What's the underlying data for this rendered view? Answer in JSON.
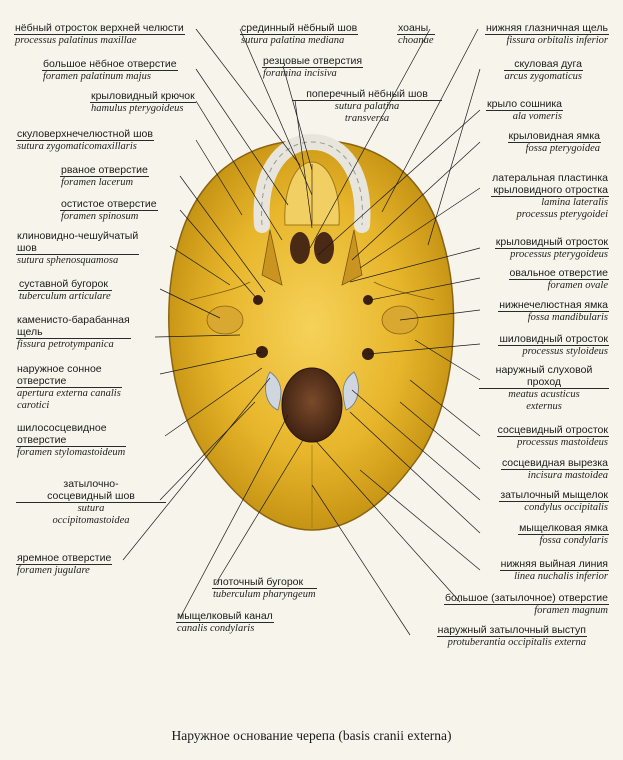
{
  "caption": "Наружное основание черепа (basis cranii externa)",
  "labels": {
    "palatine_process": {
      "ru": "нёбный отросток верхней челюсти",
      "la": "processus palatinus maxillae"
    },
    "greater_palatine_foramen": {
      "ru": "большое нёбное отверстие",
      "la": "foramen palatinum majus"
    },
    "pterygoid_hamulus": {
      "ru": "крыловидный крючок",
      "la": "hamulus pterygoideus"
    },
    "zygomaticomaxillary_suture": {
      "ru": "скуловерхнечелюстной шов",
      "la": "sutura zygomaticomaxillaris"
    },
    "foramen_lacerum": {
      "ru": "рваное отверстие",
      "la": "foramen lacerum"
    },
    "foramen_spinosum": {
      "ru": "остистое отверстие",
      "la": "foramen spinosum"
    },
    "sphenosquamous_suture": {
      "ru1": "клиновидно-чешуйчатый",
      "ru2": "шов",
      "la": "sutura sphenosquamosa"
    },
    "articular_tubercle": {
      "ru": "суставной бугорок",
      "la": "tuberculum articulare"
    },
    "petrotympanic_fissure": {
      "ru1": "каменисто-барабанная",
      "ru2": "щель",
      "la": "fissura petrotympanica"
    },
    "carotid_canal": {
      "ru1": "наружное сонное",
      "ru2": "отверстие",
      "la1": "apertura externa canalis",
      "la2": "carotici"
    },
    "stylomastoid_foramen": {
      "ru1": "шилососцевидное",
      "ru2": "отверстие",
      "la": "foramen stylomastoideum"
    },
    "occipitomastoid_suture": {
      "ru1": "затылочно-",
      "ru2": "сосцевидный шов",
      "la1": "sutura",
      "la2": "occipitomastoidea"
    },
    "jugular_foramen": {
      "ru": "яремное отверстие",
      "la": "foramen jugulare"
    },
    "median_palatine_suture": {
      "ru": "срединный нёбный шов",
      "la": "sutura palatina mediana"
    },
    "incisive_foramina": {
      "ru": "резцовые отверстия",
      "la": "foramina incisiva"
    },
    "transverse_palatine_suture": {
      "ru": "поперечный нёбный шов",
      "la1": "sutura palatina",
      "la2": "transversa"
    },
    "choanae": {
      "ru": "хоаны",
      "la": "choanae"
    },
    "inferior_orbital_fissure": {
      "ru": "нижняя глазничная щель",
      "la": "fissura orbitalis inferior"
    },
    "zygomatic_arch": {
      "ru": "скуловая дуга",
      "la": "arcus zygomaticus"
    },
    "vomer_ala": {
      "ru": "крыло сошника",
      "la": "ala vomeris"
    },
    "pterygoid_fossa": {
      "ru": "крыловидная ямка",
      "la": "fossa pterygoidea"
    },
    "lateral_plate": {
      "ru1": "латеральная пластинка",
      "ru2": "крыловидного отростка",
      "la1": "lamina lateralis",
      "la2": "processus pterygoidei"
    },
    "pterygoid_process": {
      "ru": "крыловидный отросток",
      "la": "processus pterygoideus"
    },
    "foramen_ovale": {
      "ru": "овальное отверстие",
      "la": "foramen ovale"
    },
    "mandibular_fossa": {
      "ru": "нижнечелюстная ямка",
      "la": "fossa mandibularis"
    },
    "styloid_process": {
      "ru": "шиловидный отросток",
      "la": "processus styloideus"
    },
    "external_acoustic_meatus": {
      "ru1": "наружный слуховой",
      "ru2": "проход",
      "la1": "meatus acusticus",
      "la2": "externus"
    },
    "mastoid_process": {
      "ru": "сосцевидный отросток",
      "la": "processus mastoideus"
    },
    "mastoid_notch": {
      "ru": "сосцевидная вырезка",
      "la": "incisura mastoidea"
    },
    "occipital_condyle": {
      "ru": "затылочный мыщелок",
      "la": "condylus occipitalis"
    },
    "condylar_fossa": {
      "ru": "мыщелковая ямка",
      "la": "fossa condylaris"
    },
    "inferior_nuchal_line": {
      "ru": "нижняя выйная линия",
      "la": "linea nuchalis inferior"
    },
    "foramen_magnum": {
      "ru": "большое (затылочное) отверстие",
      "la": "foramen magnum"
    },
    "external_occipital_protuberance": {
      "ru": "наружный затылочный выступ",
      "la": "protuberantia occipitalis externa"
    },
    "pharyngeal_tubercle": {
      "ru": "глоточный бугорок",
      "la": "tuberculum pharyngeum"
    },
    "condylar_canal": {
      "ru": "мыщелковый канал",
      "la": "canalis condylaris"
    }
  }
}
